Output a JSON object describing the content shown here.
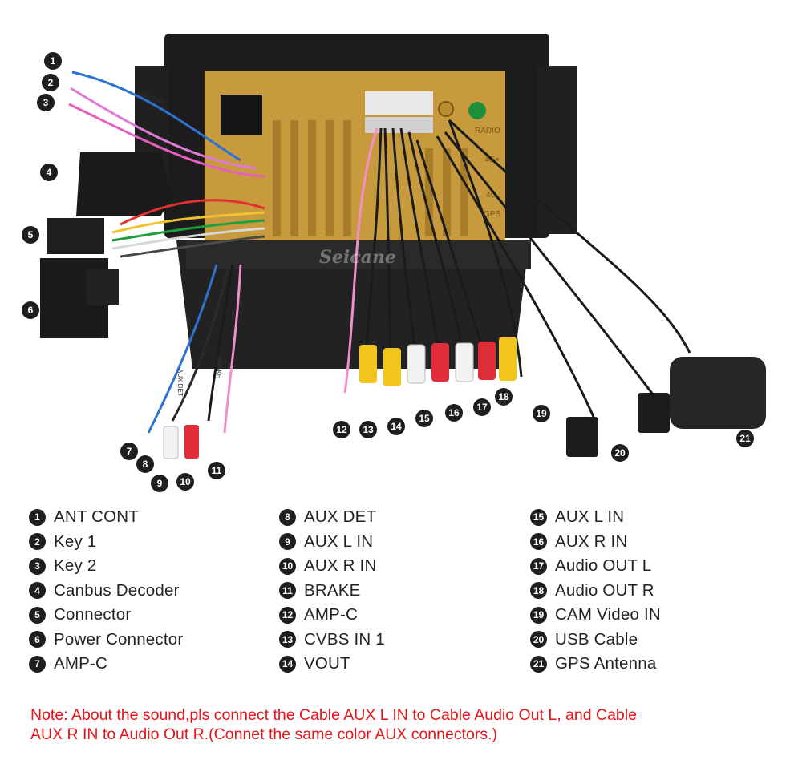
{
  "brand_watermark": "Seicane",
  "unit_labels": {
    "radio": "RADIO",
    "4g_plus": "4G+",
    "4g": "4G",
    "gps": "GPS"
  },
  "tags": {
    "aux_det": "AUX DET",
    "brake": "BRAKE",
    "ant_cont": "ANT CONT"
  },
  "callouts": [
    "1",
    "2",
    "3",
    "4",
    "5",
    "6",
    "7",
    "8",
    "9",
    "10",
    "11",
    "12",
    "13",
    "14",
    "15",
    "16",
    "17",
    "18",
    "19",
    "20",
    "21"
  ],
  "legend": {
    "col1": [
      {
        "num": "1",
        "label": "ANT CONT"
      },
      {
        "num": "2",
        "label": "Key 1"
      },
      {
        "num": "3",
        "label": "Key 2"
      },
      {
        "num": "4",
        "label": "Canbus Decoder"
      },
      {
        "num": "5",
        "label": "Connector"
      },
      {
        "num": "6",
        "label": "Power Connector"
      },
      {
        "num": "7",
        "label": "AMP-C"
      }
    ],
    "col2": [
      {
        "num": "8",
        "label": "AUX DET"
      },
      {
        "num": "9",
        "label": "AUX L IN"
      },
      {
        "num": "10",
        "label": "AUX R IN"
      },
      {
        "num": "11",
        "label": "BRAKE"
      },
      {
        "num": "12",
        "label": "AMP-C"
      },
      {
        "num": "13",
        "label": "CVBS IN 1"
      },
      {
        "num": "14",
        "label": "VOUT"
      }
    ],
    "col3": [
      {
        "num": "15",
        "label": "AUX L IN"
      },
      {
        "num": "16",
        "label": "AUX R IN"
      },
      {
        "num": "17",
        "label": "Audio OUT L"
      },
      {
        "num": "18",
        "label": "Audio OUT R"
      },
      {
        "num": "19",
        "label": "CAM Video IN"
      },
      {
        "num": "20",
        "label": "USB Cable"
      },
      {
        "num": "21",
        "label": "GPS Antenna"
      }
    ]
  },
  "note": {
    "line1": "Note: About the sound,pls connect the Cable AUX L IN to Cable Audio Out L, and Cable",
    "line2": "AUX R IN to  Audio Out R.(Connet the same color AUX connectors.)"
  },
  "colors": {
    "note_red": "#e8141a",
    "callout_bg": "#1e1e1e",
    "chassis": "#1c1c1c",
    "gold_panel": "#c79a3e"
  }
}
